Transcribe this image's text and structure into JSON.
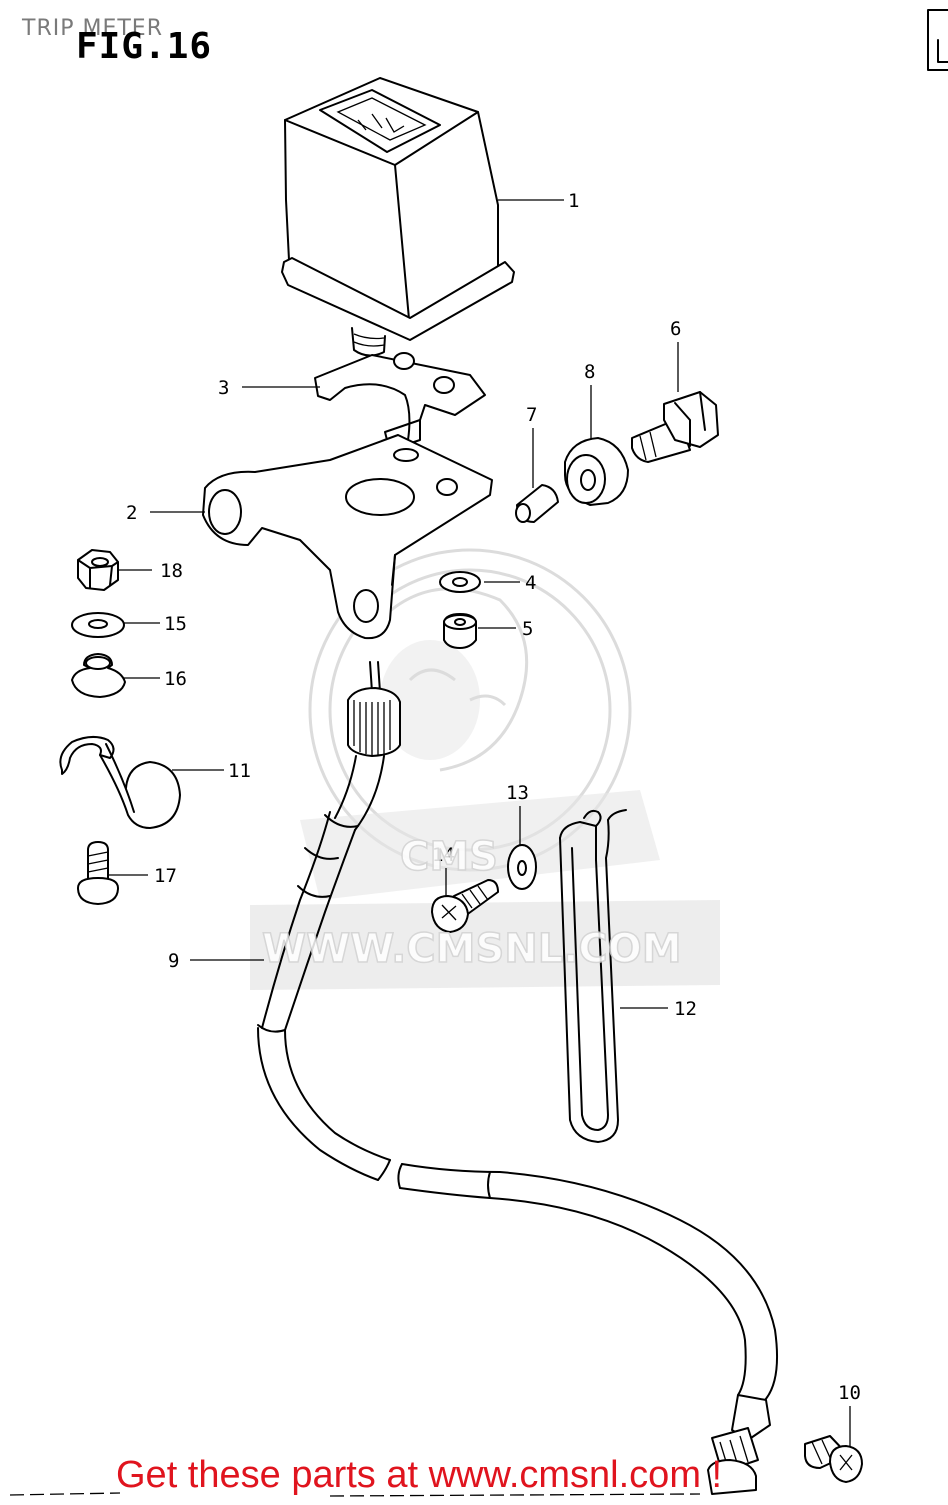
{
  "header": {
    "section_label": "TRIP METER",
    "figure_title": "FIG.16"
  },
  "watermark": {
    "text": "WWW.CMSNL.COM",
    "logo_text": "CMS"
  },
  "callouts": [
    {
      "id": "1",
      "label": "1"
    },
    {
      "id": "2",
      "label": "2"
    },
    {
      "id": "3",
      "label": "3"
    },
    {
      "id": "4",
      "label": "4"
    },
    {
      "id": "5",
      "label": "5"
    },
    {
      "id": "6",
      "label": "6"
    },
    {
      "id": "7",
      "label": "7"
    },
    {
      "id": "8",
      "label": "8"
    },
    {
      "id": "9",
      "label": "9"
    },
    {
      "id": "10",
      "label": "10"
    },
    {
      "id": "11",
      "label": "11"
    },
    {
      "id": "12",
      "label": "12"
    },
    {
      "id": "13",
      "label": "13"
    },
    {
      "id": "14",
      "label": "14"
    },
    {
      "id": "15",
      "label": "15"
    },
    {
      "id": "16",
      "label": "16"
    },
    {
      "id": "17",
      "label": "17"
    },
    {
      "id": "18",
      "label": "18"
    }
  ],
  "footer": {
    "text": "Get these parts at www.cmsnl.com !",
    "color": "#e0141e"
  },
  "colors": {
    "line": "#000000",
    "background": "#ffffff",
    "watermark": "#dcdcdc"
  }
}
